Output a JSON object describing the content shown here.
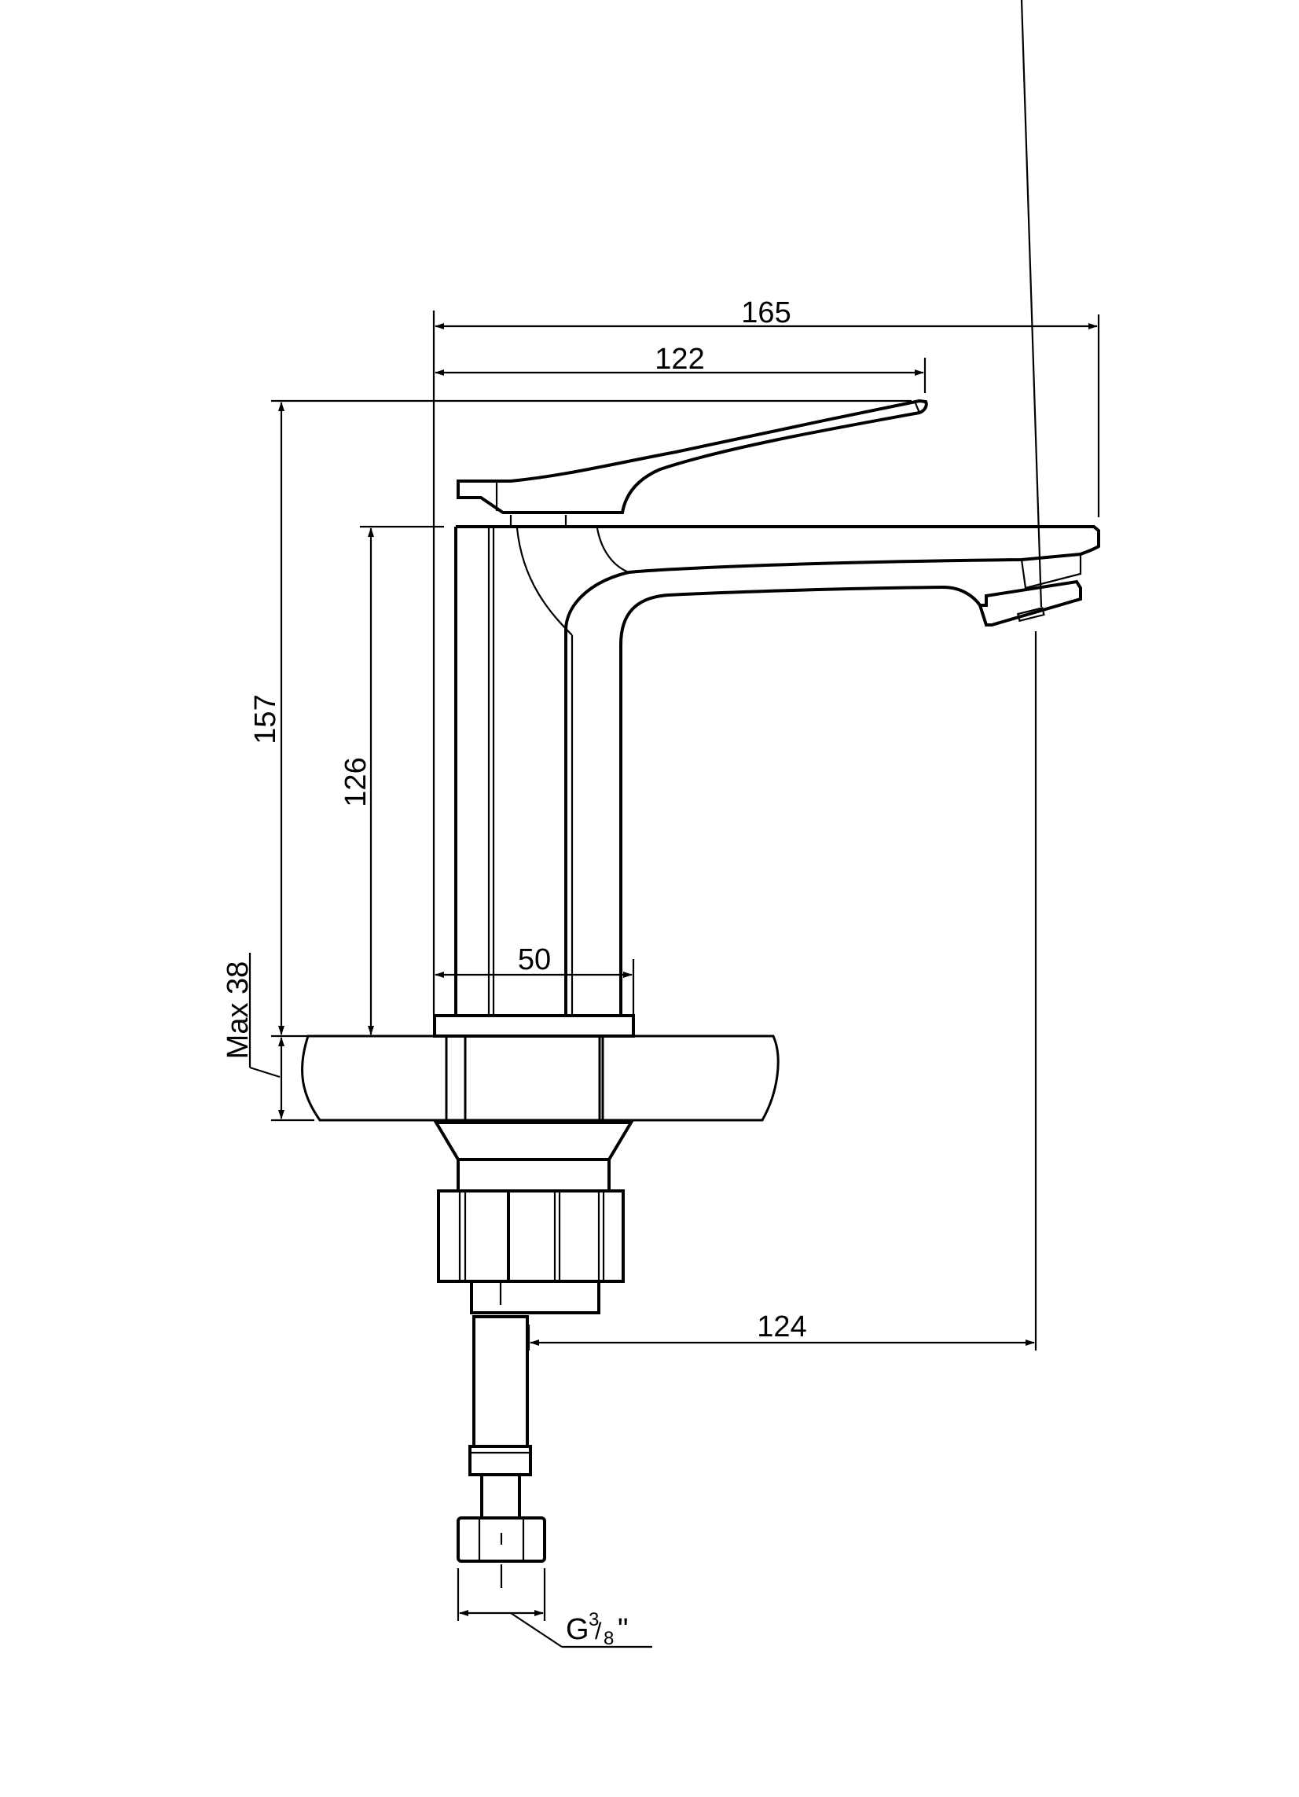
{
  "drawing": {
    "type": "technical-drawing",
    "subject": "single-lever basin mixer tap",
    "units": "mm",
    "line_color": "#000000",
    "background": "#ffffff"
  },
  "dimensions": {
    "total_length": "165",
    "lever_length": "122",
    "total_height": "157",
    "body_height": "126",
    "base_width": "50",
    "max_countertop": "Max 38",
    "spout_reach": "124",
    "thread": "G3/8\"",
    "thread_letter": "G",
    "thread_num": "3",
    "thread_den": "8",
    "thread_inch": "\""
  }
}
